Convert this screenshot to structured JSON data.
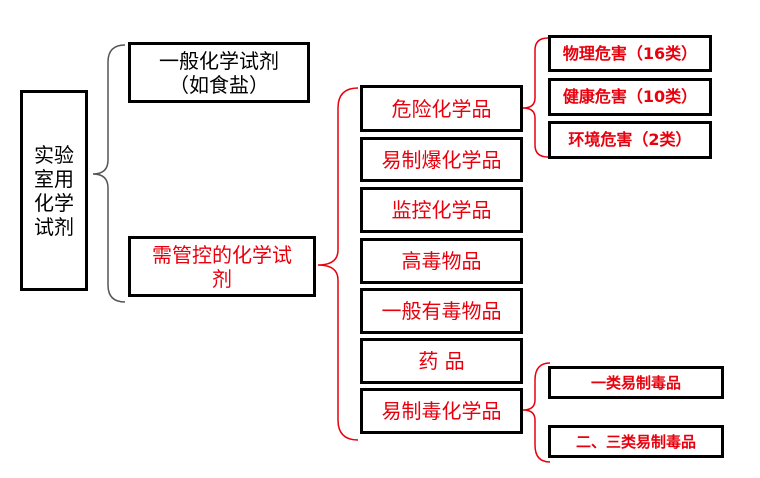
{
  "root": {
    "label": "实验\n室用\n化学\n试剂"
  },
  "level1": {
    "general": "一般化学试剂\n（如食盐）",
    "controlled": "需管控的化学试\n剂"
  },
  "level2": {
    "hazardous": "危险化学品",
    "precursor_explosive": "易制爆化学品",
    "monitored": "监控化学品",
    "highly_toxic": "高毒物品",
    "general_toxic": "一般有毒物品",
    "drugs": "药  品",
    "precursor_drug": "易制毒化学品"
  },
  "level3": {
    "physical": "物理危害（16类）",
    "health": "健康危害（10类）",
    "environment": "环境危害（2类）",
    "class1": "一类易制毒品",
    "class23": "二、三类易制毒品"
  },
  "colors": {
    "red": "#e8000d",
    "black": "#000000",
    "bracket_gray": "#555555",
    "bracket_red": "#e8000d"
  }
}
